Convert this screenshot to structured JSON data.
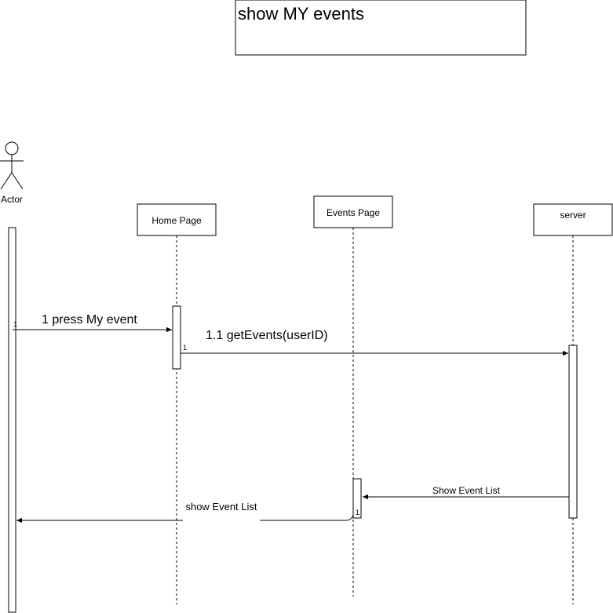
{
  "title": "show MY events",
  "actor": {
    "label": "Actor"
  },
  "lifelines": {
    "home_page": "Home Page",
    "events_page": "Events Page",
    "server": "server"
  },
  "messages": {
    "m1": {
      "label": "1 press  My event",
      "index": "1"
    },
    "m1_1": {
      "label": "1.1 getEvents(userID)",
      "index": "1"
    },
    "show_event_list_server": {
      "label": "Show Event List"
    },
    "show_event_list_actor": {
      "label": "show Event List",
      "index": "1"
    }
  }
}
